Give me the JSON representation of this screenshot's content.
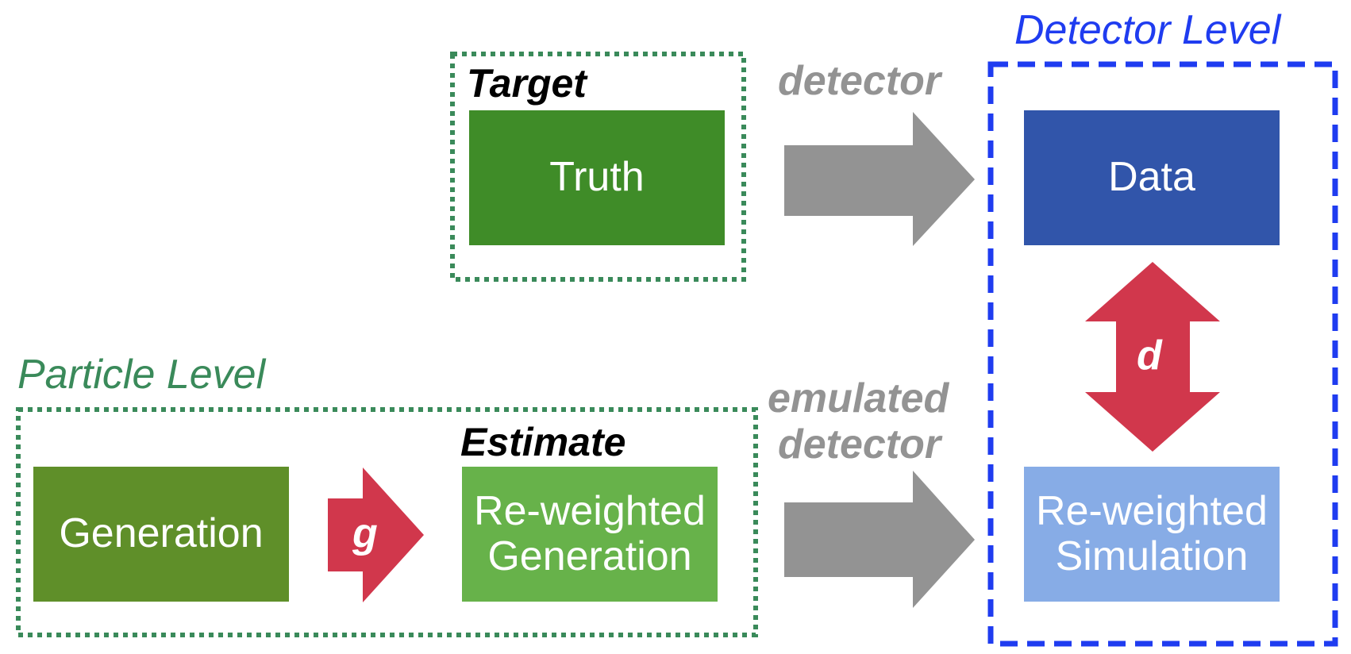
{
  "diagram": {
    "target_group": {
      "label": "Target"
    },
    "particle_level": {
      "label": "Particle Level"
    },
    "detector_level": {
      "label": "Detector Level"
    },
    "estimate_label": "Estimate",
    "boxes": {
      "truth": "Truth",
      "data": "Data",
      "generation": "Generation",
      "reweighted_generation_line1": "Re-weighted",
      "reweighted_generation_line2": "Generation",
      "reweighted_simulation_line1": "Re-weighted",
      "reweighted_simulation_line2": "Simulation"
    },
    "arrows": {
      "detector": "detector",
      "emulated_detector_line1": "emulated",
      "emulated_detector_line2": "detector",
      "g": "g",
      "d": "d"
    }
  },
  "colors": {
    "truth": "#3f8c28",
    "generation": "#5f8f29",
    "reweighted_generation": "#67b24a",
    "data": "#3155aa",
    "reweighted_simulation": "#87ace6",
    "gray_arrow": "#939393",
    "red_arrow": "#d1374c",
    "green_dotted": "#3a8a5a",
    "blue_dashed": "#1f3cf0",
    "green_label": "#3a8a5a",
    "blue_label": "#1f3cf0",
    "gray_label": "#939393"
  }
}
